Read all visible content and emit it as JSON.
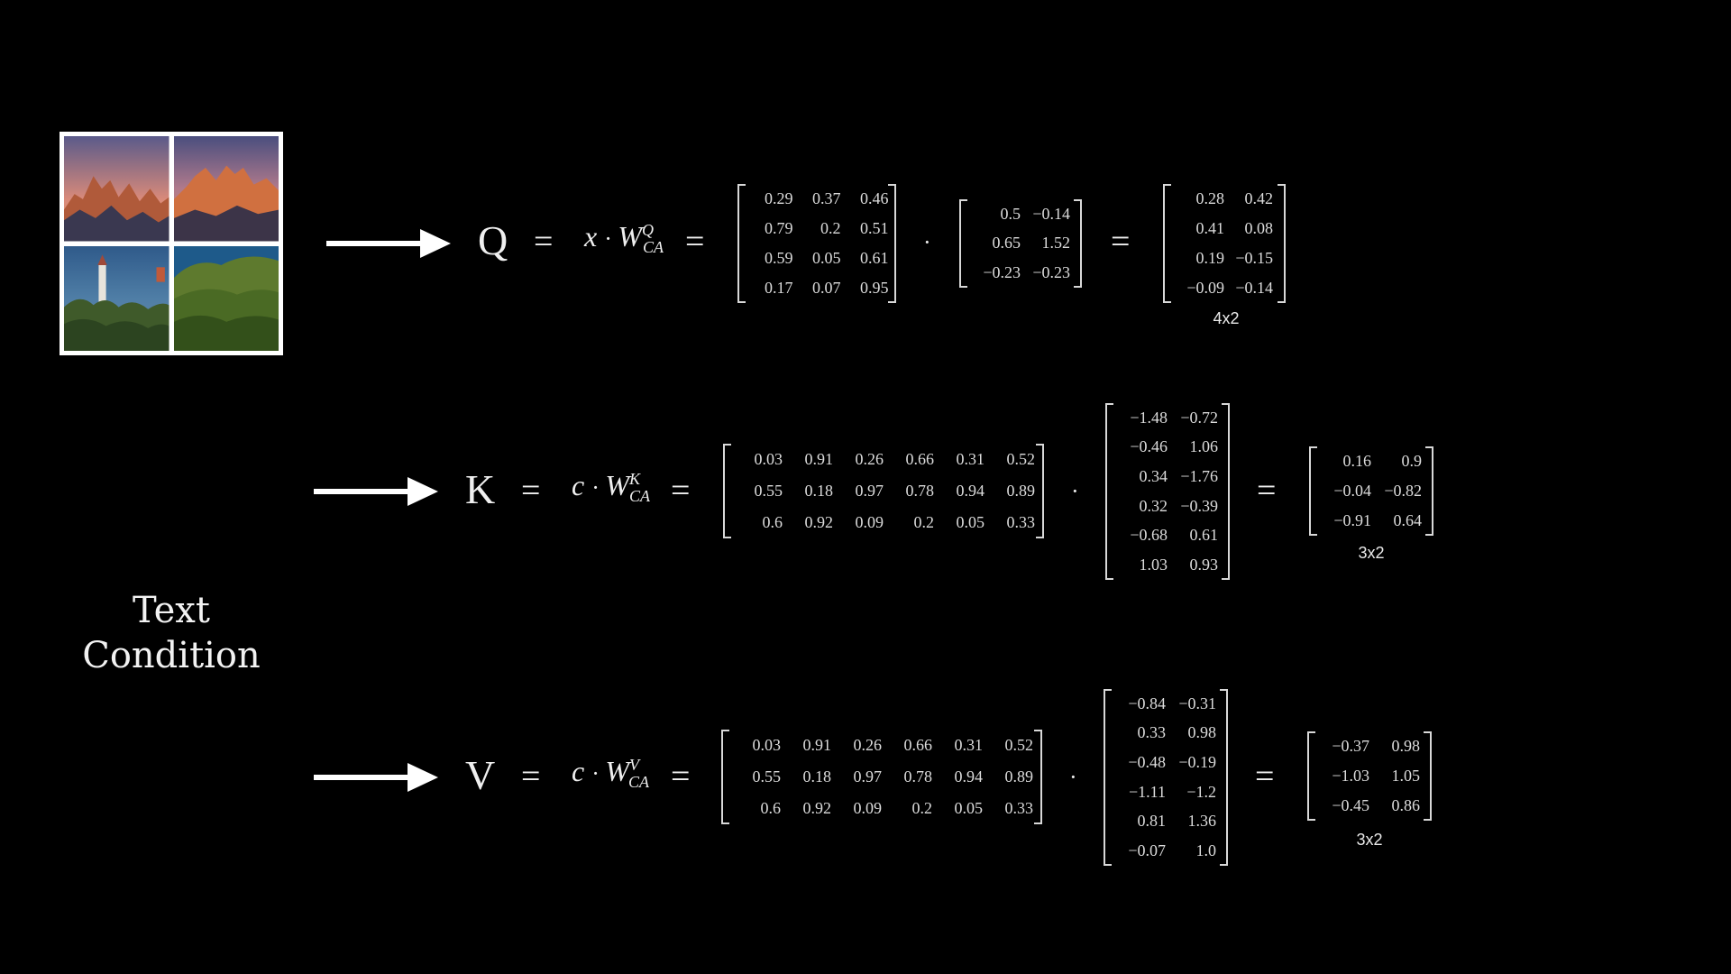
{
  "text_condition": [
    "Text",
    "Condition"
  ],
  "colors": {
    "background": "#000000",
    "foreground": "#ffffff"
  },
  "rows": [
    {
      "id": "q",
      "letter": "Q",
      "equals": "=",
      "var": "x",
      "w_sup": "Q",
      "w_sub": "CA",
      "matrix_a": [
        [
          "0.29",
          "0.37",
          "0.46"
        ],
        [
          "0.79",
          "0.2",
          "0.51"
        ],
        [
          "0.59",
          "0.05",
          "0.61"
        ],
        [
          "0.17",
          "0.07",
          "0.95"
        ]
      ],
      "matrix_b": [
        [
          "0.5",
          "−0.14"
        ],
        [
          "0.65",
          "1.52"
        ],
        [
          "−0.23",
          "−0.23"
        ]
      ],
      "result": [
        [
          "0.28",
          "0.42"
        ],
        [
          "0.41",
          "0.08"
        ],
        [
          "0.19",
          "−0.15"
        ],
        [
          "−0.09",
          "−0.14"
        ]
      ],
      "result_dim": "4x2"
    },
    {
      "id": "k",
      "letter": "K",
      "equals": "=",
      "var": "c",
      "w_sup": "K",
      "w_sub": "CA",
      "matrix_a": [
        [
          "0.03",
          "0.91",
          "0.26",
          "0.66",
          "0.31",
          "0.52"
        ],
        [
          "0.55",
          "0.18",
          "0.97",
          "0.78",
          "0.94",
          "0.89"
        ],
        [
          "0.6",
          "0.92",
          "0.09",
          "0.2",
          "0.05",
          "0.33"
        ]
      ],
      "matrix_b": [
        [
          "−1.48",
          "−0.72"
        ],
        [
          "−0.46",
          "1.06"
        ],
        [
          "0.34",
          "−1.76"
        ],
        [
          "0.32",
          "−0.39"
        ],
        [
          "−0.68",
          "0.61"
        ],
        [
          "1.03",
          "0.93"
        ]
      ],
      "result": [
        [
          "0.16",
          "0.9"
        ],
        [
          "−0.04",
          "−0.82"
        ],
        [
          "−0.91",
          "0.64"
        ]
      ],
      "result_dim": "3x2"
    },
    {
      "id": "v",
      "letter": "V",
      "equals": "=",
      "var": "c",
      "w_sup": "V",
      "w_sub": "CA",
      "matrix_a": [
        [
          "0.03",
          "0.91",
          "0.26",
          "0.66",
          "0.31",
          "0.52"
        ],
        [
          "0.55",
          "0.18",
          "0.97",
          "0.78",
          "0.94",
          "0.89"
        ],
        [
          "0.6",
          "0.92",
          "0.09",
          "0.2",
          "0.05",
          "0.33"
        ]
      ],
      "matrix_b": [
        [
          "−0.84",
          "−0.31"
        ],
        [
          "0.33",
          "0.98"
        ],
        [
          "−0.48",
          "−0.19"
        ],
        [
          "−1.11",
          "−1.2"
        ],
        [
          "0.81",
          "1.36"
        ],
        [
          "−0.07",
          "1.0"
        ]
      ],
      "result": [
        [
          "−0.37",
          "0.98"
        ],
        [
          "−1.03",
          "1.05"
        ],
        [
          "−0.45",
          "0.86"
        ]
      ],
      "result_dim": "3x2"
    }
  ]
}
